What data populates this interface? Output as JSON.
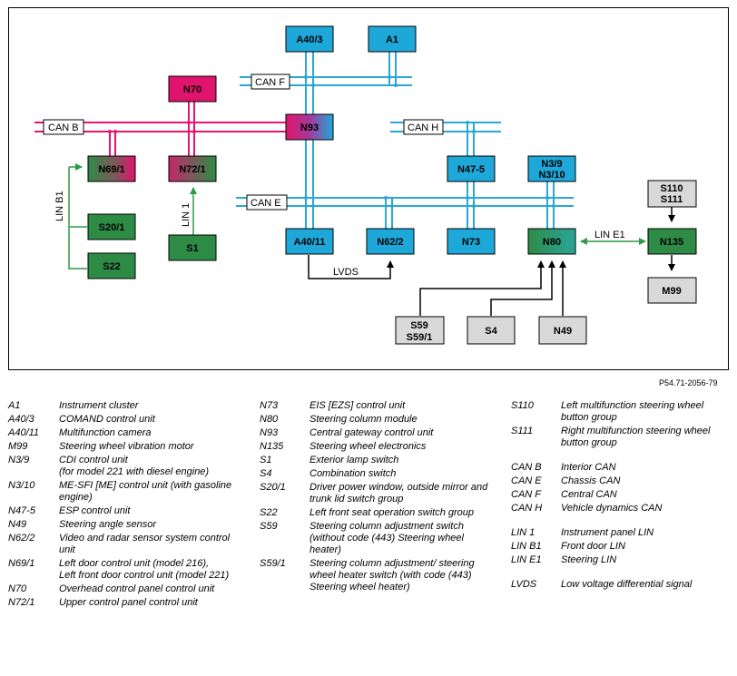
{
  "diagram": {
    "figure_id": "P54.71-2056-79",
    "colors": {
      "can_b": "#e8136f",
      "blue_bus": "#29a8d6",
      "lin": "#2f9a45",
      "box_pink": "#e0146c",
      "box_blue": "#1ea8d9",
      "box_green": "#2e8b46",
      "box_grey": "#d9d9d9",
      "wire": "#000000"
    },
    "buses": {
      "can_b": "CAN B",
      "can_f": "CAN F",
      "can_h": "CAN H",
      "can_e": "CAN E",
      "lin_b1": "LIN B1",
      "lin_1": "LIN 1",
      "lin_e1": "LIN E1",
      "lvds": "LVDS"
    },
    "boxes": {
      "a40_3": "A40/3",
      "a1": "A1",
      "n70": "N70",
      "n93": "N93",
      "n69_1": "N69/1",
      "n72_1": "N72/1",
      "n47_5": "N47-5",
      "n3_9": "N3/9",
      "n3_10": "N3/10",
      "s110": "S110",
      "s111": "S111",
      "s20_1": "S20/1",
      "s22": "S22",
      "s1": "S1",
      "a40_11": "A40/11",
      "n62_2": "N62/2",
      "n73": "N73",
      "n80": "N80",
      "n135": "N135",
      "m99": "M99",
      "s59": "S59",
      "s59_1": "S59/1",
      "s4": "S4",
      "n49": "N49"
    }
  },
  "legend": {
    "col1": [
      {
        "code": "A1",
        "desc": "Instrument cluster"
      },
      {
        "code": "A40/3",
        "desc": "COMAND control unit"
      },
      {
        "code": "A40/11",
        "desc": "Multifunction camera"
      },
      {
        "code": "M99",
        "desc": "Steering wheel vibration motor"
      },
      {
        "code": "N3/9",
        "desc": "CDI control unit",
        "desc2": "(for model 221 with diesel engine)"
      },
      {
        "code": "N3/10",
        "desc": "ME-SFI [ME] control unit (with gasoline engine)"
      },
      {
        "code": "N47-5",
        "desc": "ESP control unit"
      },
      {
        "code": "N49",
        "desc": "Steering angle sensor"
      },
      {
        "code": "N62/2",
        "desc": "Video and radar sensor system control unit"
      },
      {
        "code": "N69/1",
        "desc": "Left door control unit (model 216),",
        "desc2": "Left front door control unit (model 221)"
      },
      {
        "code": "N70",
        "desc": "Overhead control panel control unit"
      },
      {
        "code": "N72/1",
        "desc": "Upper control panel control unit"
      }
    ],
    "col2": [
      {
        "code": "N73",
        "desc": "EIS [EZS] control unit"
      },
      {
        "code": "N80",
        "desc": "Steering column module"
      },
      {
        "code": "N93",
        "desc": "Central gateway control unit"
      },
      {
        "code": "N135",
        "desc": "Steering wheel electronics"
      },
      {
        "code": "S1",
        "desc": "Exterior lamp switch"
      },
      {
        "code": "S4",
        "desc": "Combination switch"
      },
      {
        "code": "S20/1",
        "desc": "Driver power window, outside mirror and trunk lid switch group"
      },
      {
        "code": "S22",
        "desc": "Left front seat operation switch group"
      },
      {
        "code": "S59",
        "desc": "Steering column adjustment switch",
        "desc2": "(without code (443) Steering wheel heater)"
      },
      {
        "code": "S59/1",
        "desc": "Steering column adjustment/ steering wheel heater switch (with code (443) Steering wheel heater)"
      }
    ],
    "col3": [
      {
        "code": "S110",
        "desc": "Left multifunction steering wheel button group"
      },
      {
        "code": "S111",
        "desc": "Right multifunction steering wheel button group"
      },
      {
        "code": "CAN B",
        "desc": "Interior CAN"
      },
      {
        "code": "CAN E",
        "desc": "Chassis CAN"
      },
      {
        "code": "CAN F",
        "desc": "Central CAN"
      },
      {
        "code": "CAN H",
        "desc": "Vehicle dynamics CAN"
      },
      {
        "code": "LIN 1",
        "desc": "Instrument panel LIN"
      },
      {
        "code": "LIN B1",
        "desc": "Front door LIN"
      },
      {
        "code": "LIN E1",
        "desc": "Steering LIN"
      },
      {
        "code": "LVDS",
        "desc": "Low voltage differential signal"
      }
    ]
  }
}
